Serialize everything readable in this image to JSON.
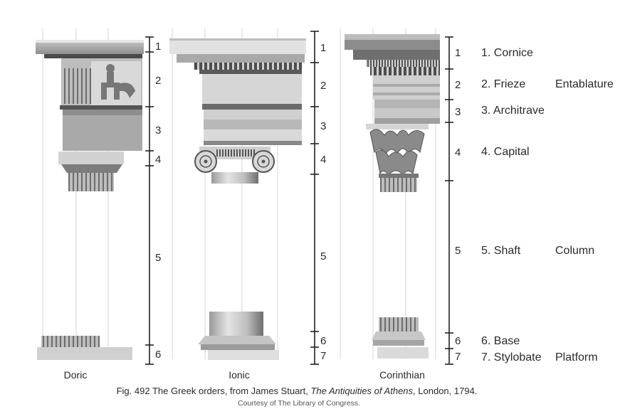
{
  "orders": {
    "doric": "Doric",
    "ionic": "Ionic",
    "corinthian": "Corinthian"
  },
  "doric_scale": {
    "n1": "1",
    "n2": "2",
    "n3": "3",
    "n4": "4",
    "n5": "5",
    "n6": "6"
  },
  "ionic_scale": {
    "n1": "1",
    "n2": "2",
    "n3": "3",
    "n4": "4",
    "n5": "5",
    "n6": "6",
    "n7": "7"
  },
  "corinthian_scale": {
    "n1": "1",
    "n2": "2",
    "n3": "3",
    "n4": "4",
    "n5": "5",
    "n6": "6",
    "n7": "7"
  },
  "legend": {
    "cornice": "1. Cornice",
    "frieze": "2. Frieze",
    "architrave": "3. Architrave",
    "capital": "4. Capital",
    "shaft": "5. Shaft",
    "base": "6. Base",
    "stylobate": "7. Stylobate",
    "entablature": "Entablature",
    "column": "Column",
    "platform": "Platform"
  },
  "caption": {
    "prefix": "Fig. 492 The Greek orders, from James Stuart, ",
    "title": "The Antiquities of Athens",
    "suffix": ", London, 1794.",
    "credit": "Courtesy of The Library of Congress."
  }
}
